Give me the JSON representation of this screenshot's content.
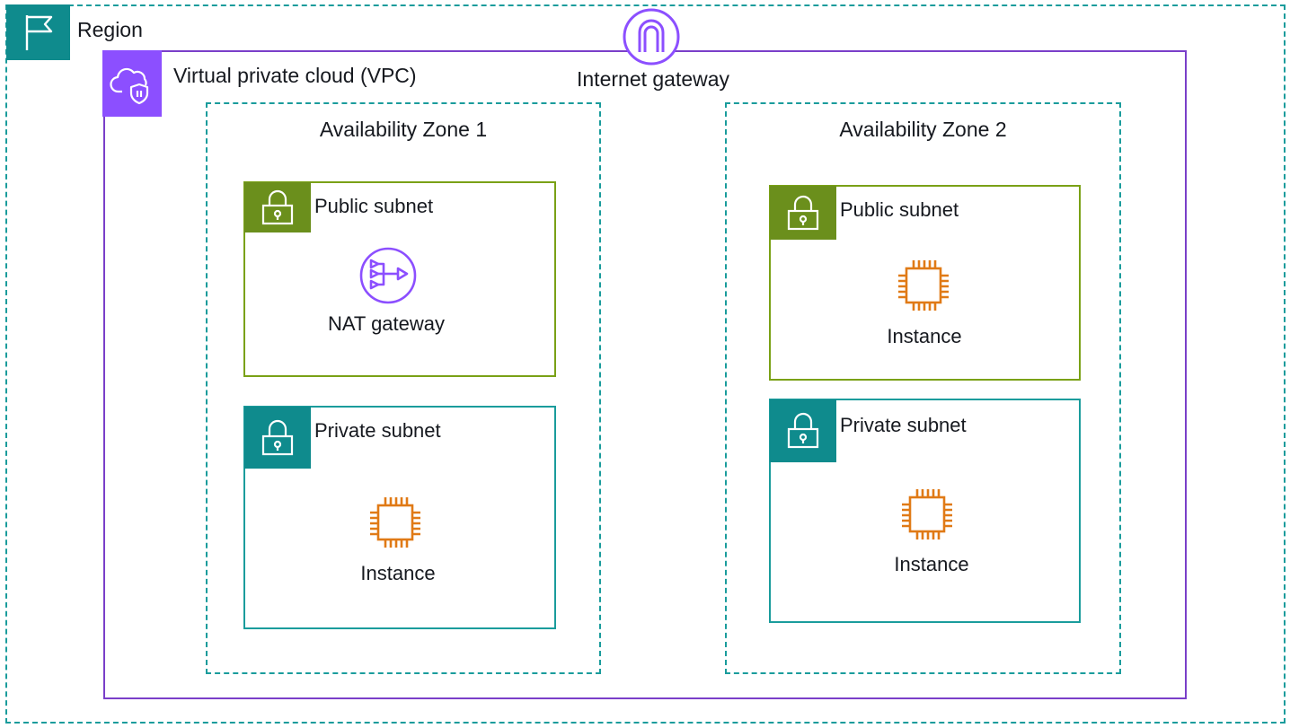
{
  "colors": {
    "region_border": "#1a9c9c",
    "region_badge": "#0f8b8d",
    "vpc_border": "#7a3fc9",
    "vpc_badge": "#8c4fff",
    "public_subnet_border": "#7aa116",
    "public_subnet_badge": "#6b8f1c",
    "private_subnet_border": "#1a9c9c",
    "private_subnet_badge": "#0f8b8d",
    "instance_icon": "#e07a16",
    "gateway_icon": "#8c4fff"
  },
  "region": {
    "label": "Region",
    "icon": "flag-icon"
  },
  "vpc": {
    "label": "Virtual private cloud (VPC)",
    "icon": "cloud-shield-icon"
  },
  "internet_gateway": {
    "label": "Internet gateway",
    "icon": "internet-gateway-icon"
  },
  "zones": [
    {
      "label": "Availability Zone 1",
      "public_subnet": {
        "label": "Public subnet",
        "icon": "lock-icon",
        "resource": {
          "label": "NAT gateway",
          "icon": "nat-gateway-icon"
        }
      },
      "private_subnet": {
        "label": "Private subnet",
        "icon": "lock-icon",
        "resource": {
          "label": "Instance",
          "icon": "ec2-instance-icon"
        }
      }
    },
    {
      "label": "Availability Zone 2",
      "public_subnet": {
        "label": "Public subnet",
        "icon": "lock-icon",
        "resource": {
          "label": "Instance",
          "icon": "ec2-instance-icon"
        }
      },
      "private_subnet": {
        "label": "Private subnet",
        "icon": "lock-icon",
        "resource": {
          "label": "Instance",
          "icon": "ec2-instance-icon"
        }
      }
    }
  ]
}
